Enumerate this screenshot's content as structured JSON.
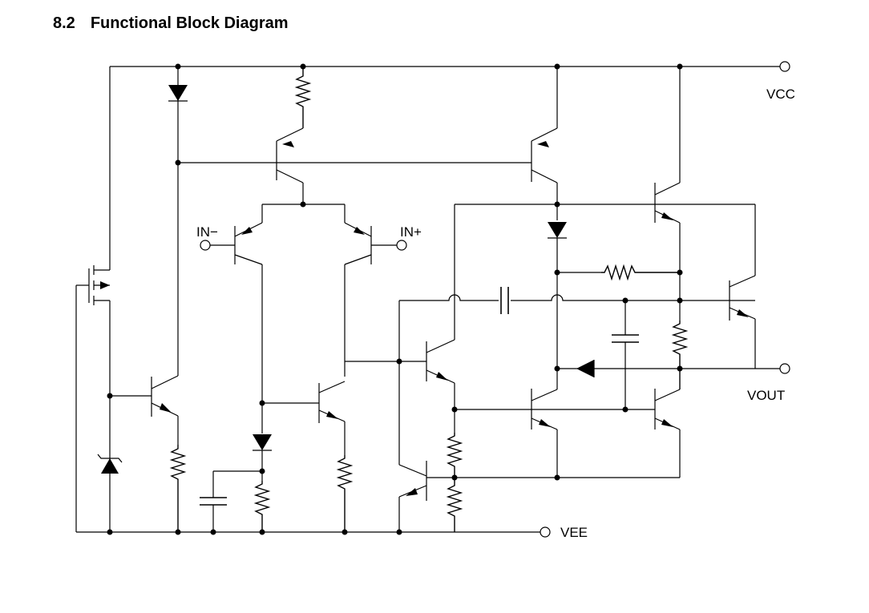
{
  "section": {
    "number": "8.2",
    "title": "Functional Block Diagram"
  },
  "labels": {
    "vcc": "VCC",
    "vout": "VOUT",
    "vee": "VEE",
    "in_minus": "IN−",
    "in_plus": "IN+"
  }
}
